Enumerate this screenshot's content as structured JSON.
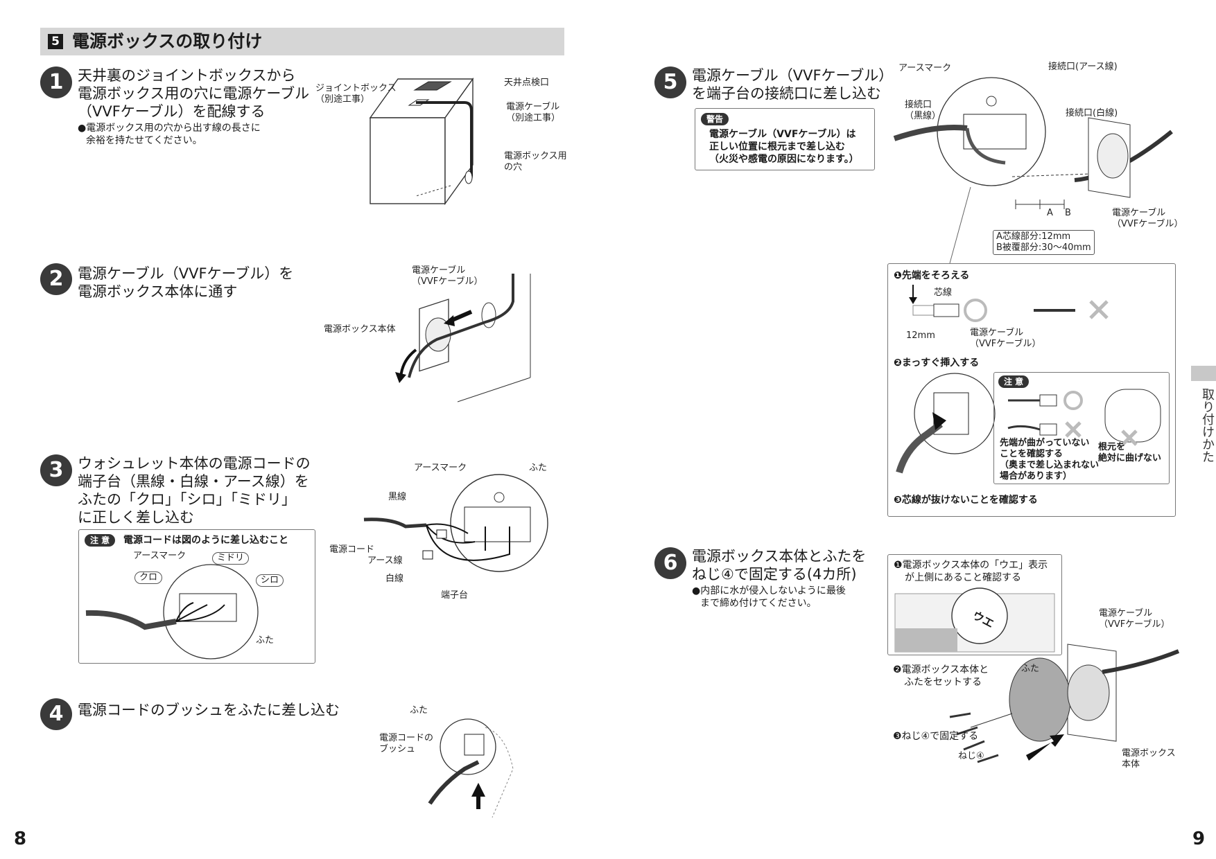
{
  "section": {
    "number": "5",
    "title": "電源ボックスの取り付け"
  },
  "steps": [
    {
      "number": "1",
      "lines": [
        "天井裏のジョイントボックスから",
        "電源ボックス用の穴に電源ケーブル",
        "（VVFケーブル）を配線する"
      ],
      "note_lines": [
        "●電源ボックス用の穴から出す線の長さに",
        "余裕を持たせてください。"
      ]
    },
    {
      "number": "2",
      "lines": [
        "電源ケーブル（VVFケーブル）を",
        "電源ボックス本体に通す"
      ]
    },
    {
      "number": "3",
      "lines": [
        "ウォシュレット本体の電源コードの",
        "端子台（黒線・白線・アース線）を",
        "ふたの「クロ」「シロ」「ミドリ」",
        "に正しく差し込む"
      ]
    },
    {
      "number": "4",
      "lines": [
        "電源コードのブッシュをふたに差し込む"
      ]
    },
    {
      "number": "5",
      "lines": [
        "電源ケーブル（VVFケーブル）",
        "を端子台の接続口に差し込む"
      ]
    },
    {
      "number": "6",
      "lines": [
        "電源ボックス本体とふたを",
        "ねじ④で固定する(4カ所)"
      ],
      "note_lines": [
        "●内部に水が侵入しないように最後",
        "まで締め付けてください。"
      ]
    }
  ],
  "fig1": {
    "joint_box": [
      "ジョイントボックス",
      "（別途工事）"
    ],
    "hatch": "天井点検口",
    "cable": [
      "電源ケーブル",
      "（別途工事）"
    ],
    "hole": [
      "電源ボックス用",
      "の穴"
    ]
  },
  "fig2": {
    "cable": [
      "電源ケーブル",
      "（VVFケーブル）"
    ],
    "box_body": "電源ボックス本体"
  },
  "fig3": {
    "earth_mark": "アースマーク",
    "lid": "ふた",
    "black": "黒線",
    "cord": "電源コード",
    "earth_wire": "アース線",
    "white": "白線",
    "terminal": "端子台"
  },
  "caution3": {
    "tag": "注 意",
    "text": "電源コードは図のように差し込むこと",
    "earth_mark": "アースマーク",
    "midori": "ミドリ",
    "kuro": "クロ",
    "shiro": "シロ",
    "lid": "ふた"
  },
  "fig4": {
    "lid": "ふた",
    "bush": [
      "電源コードの",
      "ブッシュ"
    ]
  },
  "warning5": {
    "tag": "警告",
    "lines": [
      "電源ケーブル（VVFケーブル）は",
      "正しい位置に根元まで差し込む",
      "（火災や感電の原因になります。）"
    ]
  },
  "fig5": {
    "earth_mark": "アースマーク",
    "port_earth": "接続口(アース線)",
    "port_black": [
      "接続口",
      "（黒線）"
    ],
    "port_white": "接続口(白線)",
    "a": "A",
    "b": "B",
    "cable": [
      "電源ケーブル",
      "（VVFケーブル）"
    ],
    "dims": [
      "A芯線部分:12mm",
      "B被覆部分:30～40mm"
    ]
  },
  "detail5": {
    "sub1": "❶先端をそろえる",
    "core": "芯線",
    "len": "12mm",
    "cable": [
      "電源ケーブル",
      "（VVFケーブル）"
    ],
    "sub2": "❷まっすぐ挿入する",
    "caution_tag": "注 意",
    "check_lines": [
      "先端が曲がっていない",
      "ことを確認する",
      "（奥まで差し込まれない",
      "場合があります）"
    ],
    "root_lines": [
      "根元を",
      "絶対に曲げない"
    ],
    "sub3": "❸芯線が抜けないことを確認する"
  },
  "fig6": {
    "sub1": [
      "❶電源ボックス本体の「ウエ」表示",
      "が上側にあること確認する"
    ],
    "ue": "ウエ",
    "cable": [
      "電源ケーブル",
      "（VVFケーブル）"
    ],
    "sub2": [
      "❷電源ボックス本体と",
      "ふたをセットする"
    ],
    "lid": "ふた",
    "sub3": "❸ねじ④で固定する",
    "screw": "ねじ④",
    "box_body": [
      "電源ボックス",
      "本体"
    ]
  },
  "page_left": "8",
  "page_right": "9",
  "side_tab": "取り付けかた"
}
